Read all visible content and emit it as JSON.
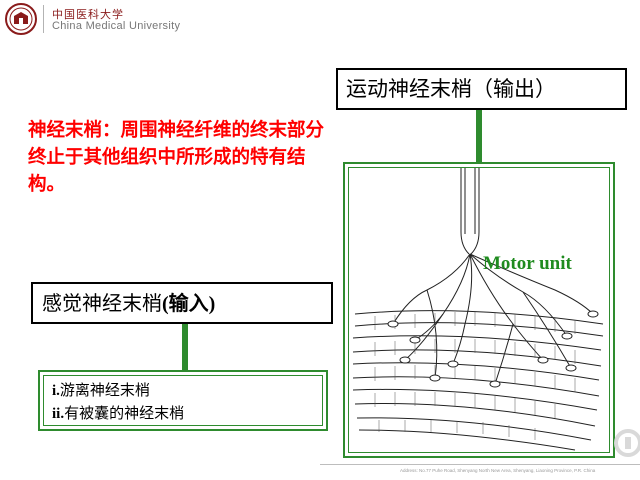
{
  "header": {
    "logo_cn": "中国医科大学",
    "logo_en": "China Medical University"
  },
  "slide": {
    "output_box_label": "运动神经末梢（输出）",
    "definition": "神经末梢：周围神经纤维的终末部分终止于其他组织中所形成的特有结构。",
    "input_box_cn": "感觉神经末梢",
    "input_box_paren": "(输入)",
    "types": [
      {
        "marker": "i.",
        "text": "游离神经末梢"
      },
      {
        "marker": "ii.",
        "text": "有被囊的神经末梢"
      }
    ],
    "motor_unit_label": "Motor unit"
  },
  "footer": {
    "address": "Address: No.77 Puhe Road, Shenyang North New Area, Shenyang, Liaoning Province, P.R. China"
  },
  "colors": {
    "definition_text": "#ff0000",
    "accent_green": "#2e8b2e",
    "motor_unit_text": "#1f8b1f",
    "logo_red": "#8a1b1b"
  }
}
